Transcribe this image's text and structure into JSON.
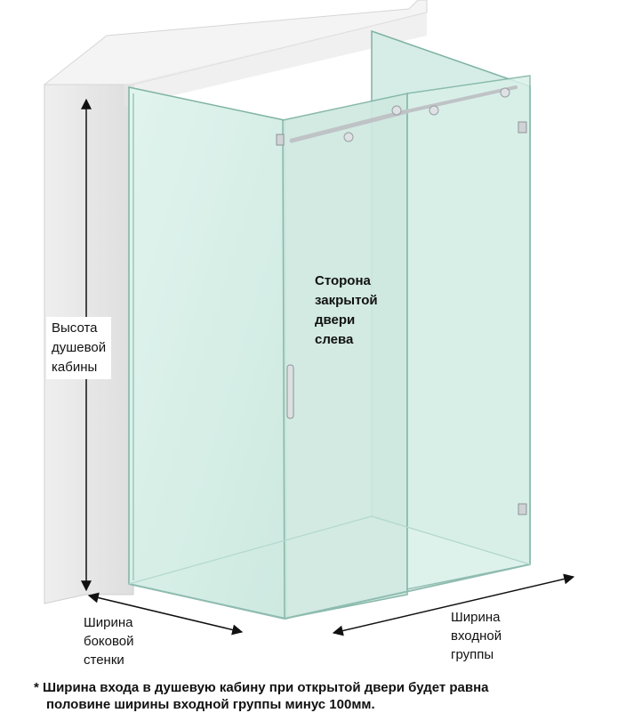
{
  "labels": {
    "height": "Высота\nдушевой\nкабины",
    "door_side": "Сторона\nзакрытой\nдвери\nслева",
    "side_width": "Ширина\nбоковой\nстенки",
    "entry_width": "Ширина\nвходной\nгруппы"
  },
  "footnote": {
    "line1": "* Ширина входа в душевую кабину при открытой двери будет равна",
    "line2": "половине ширины входной группы минус 100мм."
  },
  "colors": {
    "glass_fill": "#d7efe8",
    "glass_edge": "#7fb3a3",
    "wall": "#ececec",
    "wall_shadow": "#d8d8d8",
    "hardware": "#c9ccce",
    "dimension_line": "#111111"
  }
}
